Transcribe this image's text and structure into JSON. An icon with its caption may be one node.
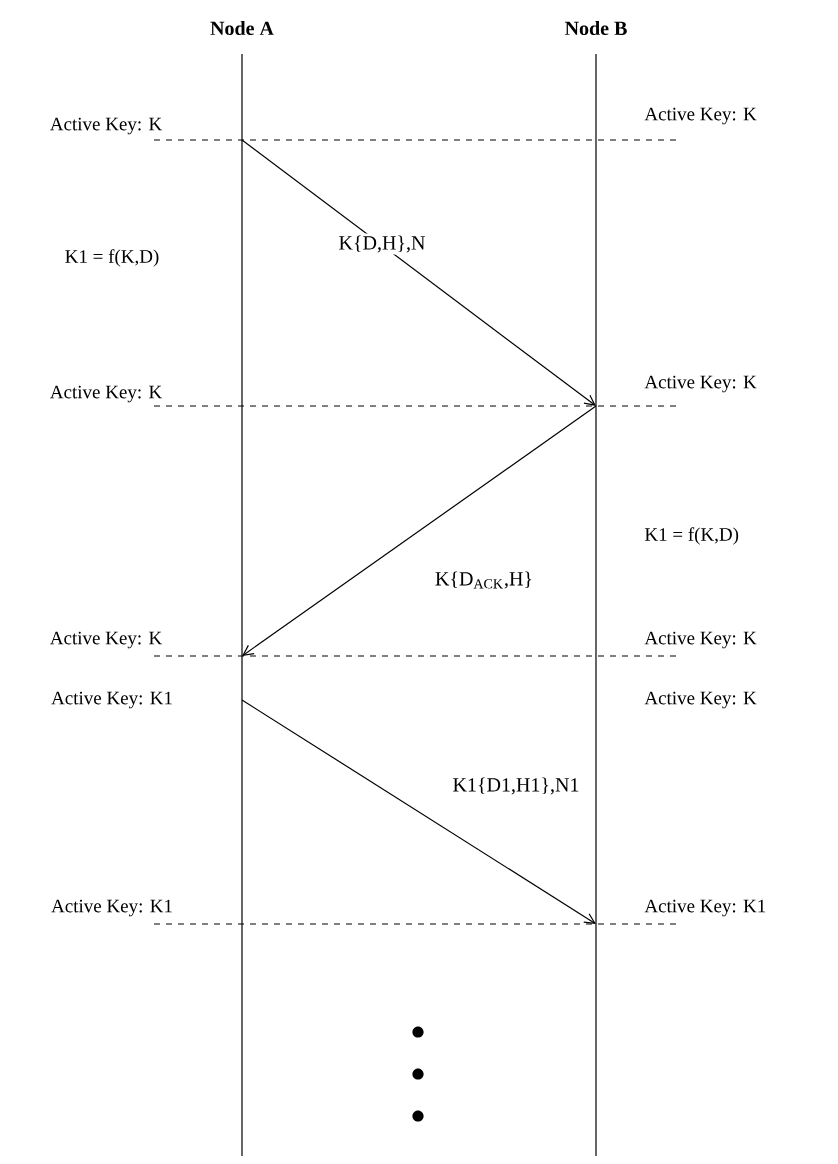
{
  "diagram": {
    "nodes": [
      {
        "text": [
          "Node A"
        ]
      },
      {
        "text": [
          "Node B"
        ]
      }
    ],
    "edges": [
      {
        "from": 0,
        "to": 1,
        "arrow": "to",
        "label": "K{D,H},N"
      },
      {
        "from": 1,
        "to": 0,
        "arrow": "to",
        "label": "K{D$_{ACK}$,H}"
      },
      {
        "from": 0,
        "to": 1,
        "arrow": "to",
        "label": "K1{D1,H1},N1"
      }
    ],
    "labels": [
      "Active Key: K",
      "Active Key: K",
      "K1 = f(K,D)",
      "Active Key: K",
      "Active Key: K",
      "K1 = f(K,D)",
      "Active Key: K",
      "Active Key: K",
      "Active Key: K1",
      "Active Key: K",
      "Active Key: K1",
      "Active Key: K1"
    ]
  }
}
